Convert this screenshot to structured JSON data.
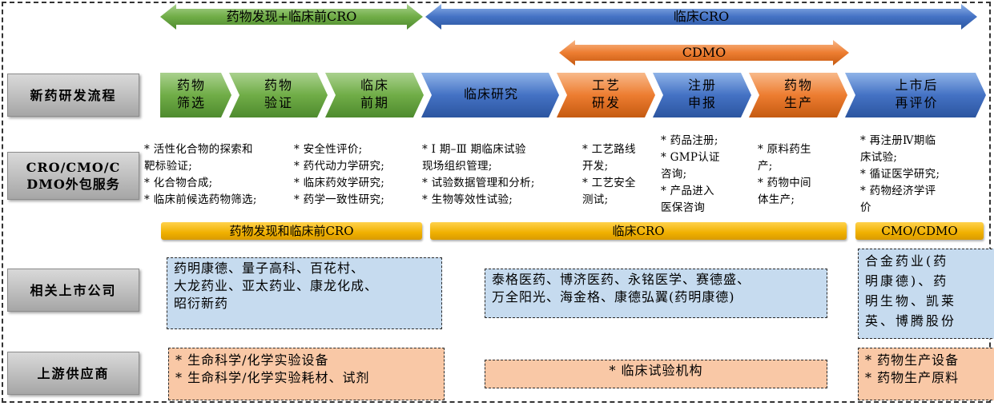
{
  "top_arrows": {
    "discovery_preclinical": "药物发现+临床前CRO",
    "clinical": "临床CRO",
    "cdmo": "CDMO"
  },
  "rows": {
    "process": "新药研发流程",
    "services": "CRO/CMO/C\nDMO外包服务",
    "companies": "相关上市公司",
    "suppliers": "上游供应商"
  },
  "stages": [
    {
      "label": "药物\n筛选"
    },
    {
      "label": "药物\n验证"
    },
    {
      "label": "临床\n前期"
    },
    {
      "label": "临床研究"
    },
    {
      "label": "工艺\n研发"
    },
    {
      "label": "注册\n申报"
    },
    {
      "label": "药物\n生产"
    },
    {
      "label": "上市后\n再评价"
    }
  ],
  "services": {
    "col1": "* 活性化合物的探索和\n靶标验证;\n* 化合物合成;\n* 临床前候选药物筛选;",
    "col2": "* 安全性评价;\n* 药代动力学研究;\n* 临床药效学研究;\n* 药学一致性研究;",
    "col3": "* Ⅰ 期–Ⅲ 期临床试验\n现场组织管理;\n* 试验数据管理和分析;\n* 生物等效性试验;",
    "col4": "* 工艺路线\n开发;\n* 工艺安全\n测试;",
    "col5": "* 药品注册;\n* GMP认证\n咨询;\n* 产品进入\n医保咨询",
    "col6": "* 原料药生\n产;\n* 药物中间\n体生产;",
    "col7": "* 再注册Ⅳ期临\n床试验;\n* 循证医学研究;\n* 药物经济学评\n价"
  },
  "bands": {
    "discovery": "药物发现和临床前CRO",
    "clinical": "临床CRO",
    "cmo": "CMO/CDMO"
  },
  "companies": {
    "discovery": "药明康德、量子高科、百花村、\n大龙药业、亚太药业、康龙化成、\n昭衍新药",
    "clinical": "泰格医药、博济医药、永铭医学、赛德盛、\n万全阳光、海金格、康德弘翼(药明康德)",
    "cmo": "合金药业(药\n明康德)、药\n明生物、凯莱\n英、博腾股份"
  },
  "suppliers": {
    "discovery": "* 生命科学/化学实验设备\n* 生命科学/化学实验耗材、试剂",
    "clinical": "* 临床试验机构",
    "cmo": "* 药物生产设备\n* 药物生产原料"
  },
  "colors": {
    "green": "#6ab04c",
    "blue": "#3a6fc4",
    "orange": "#ed7d31",
    "band_gold": "#f0b000",
    "box_blue": "#c6dbef",
    "box_peach": "#f9c8a6"
  }
}
